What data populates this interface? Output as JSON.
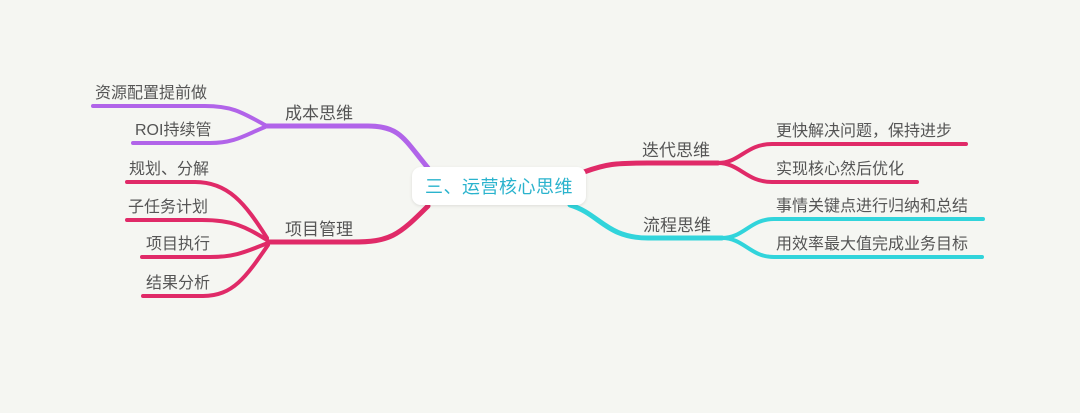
{
  "colors": {
    "background": "#f5f6f2",
    "node_bg": "#ffffff",
    "center_text": "#2ab3cd",
    "label_text": "#555555",
    "purple": "#b164e9",
    "crimson": "#e02a68",
    "cyan": "#31d4db"
  },
  "mindmap": {
    "center": {
      "label": "三、运营核心思维"
    },
    "branches": [
      {
        "label": "成本思维",
        "children": [
          "资源配置提前做",
          "ROI持续管"
        ]
      },
      {
        "label": "项目管理",
        "children": [
          "规划、分解",
          "子任务计划",
          "项目执行",
          "结果分析"
        ]
      },
      {
        "label": "迭代思维",
        "children": [
          "更快解决问题，保持进步",
          "实现核心然后优化"
        ]
      },
      {
        "label": "流程思维",
        "children": [
          "事情关键点进行归纳和总结",
          "用效率最大值完成业务目标"
        ]
      }
    ]
  }
}
